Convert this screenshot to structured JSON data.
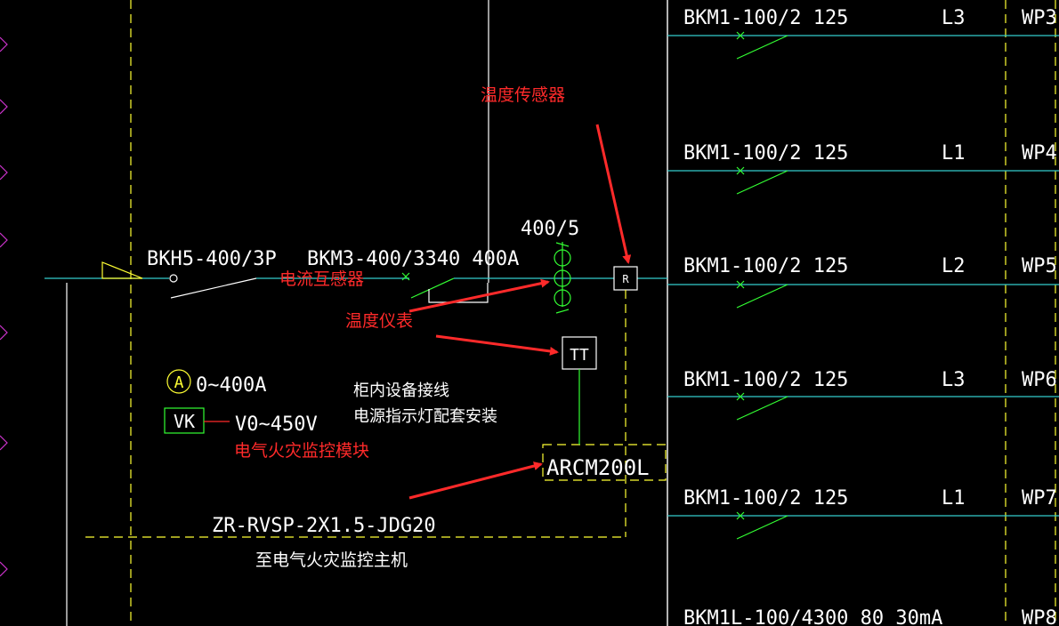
{
  "colors": {
    "background": "#000000",
    "bus": "#33cccc",
    "breaker": "#33ff33",
    "dashed": "#ffff33",
    "text": "#ffffff",
    "annotation": "#ff2a2a",
    "marker": "#cc33cc"
  },
  "main_line": {
    "incoming_switch_label": "BKH5-400/3P",
    "main_breaker_label": "BKM3-400/3340 400A",
    "ct_ratio_label": "400/5"
  },
  "devices": {
    "sensor_label": "R",
    "temp_meter_label": "TT",
    "monitor_module_label": "ARCM200L",
    "ammeter_symbol": "A",
    "ammeter_range": "0~400A",
    "voltmeter_switch_label": "VK",
    "voltmeter_range": "V0~450V"
  },
  "notes": {
    "cabinet_wiring_line1": "柜内设备接线",
    "cabinet_wiring_line2": "电源指示灯配套安装",
    "cable_spec": "ZR-RVSP-2X1.5-JDG20",
    "cable_destination": "至电气火灾监控主机"
  },
  "annotations": {
    "temperature_sensor": "温度传感器",
    "current_transformer": "电流互感器",
    "temperature_meter": "温度仪表",
    "fire_monitor_module": "电气火灾监控模块"
  },
  "branches": [
    {
      "breaker": "BKM1-100/2 125",
      "phase": "L3",
      "circuit": "WP3"
    },
    {
      "breaker": "BKM1-100/2 125",
      "phase": "L1",
      "circuit": "WP4"
    },
    {
      "breaker": "BKM1-100/2 125",
      "phase": "L2",
      "circuit": "WP5"
    },
    {
      "breaker": "BKM1-100/2 125",
      "phase": "L3",
      "circuit": "WP6"
    },
    {
      "breaker": "BKM1-100/2 125",
      "phase": "L1",
      "circuit": "WP7"
    },
    {
      "breaker": "BKM1L-100/4300 80 30mA",
      "phase": "",
      "circuit": "WP8"
    }
  ]
}
